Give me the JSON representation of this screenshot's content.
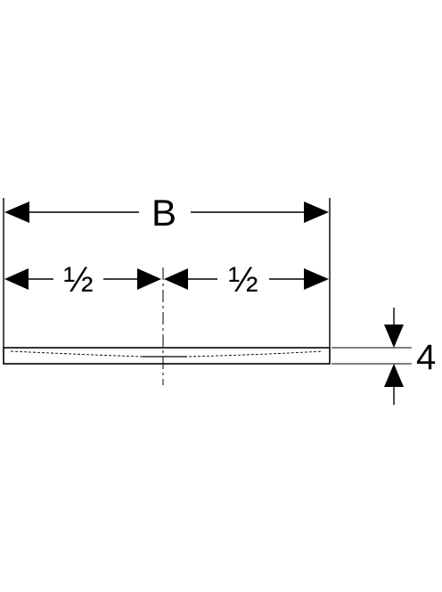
{
  "dimensions": {
    "width_label": "B",
    "half_left_label": "½",
    "half_right_label": "½",
    "thickness_label": "4"
  },
  "colors": {
    "line": "#000000",
    "background": "#ffffff"
  }
}
